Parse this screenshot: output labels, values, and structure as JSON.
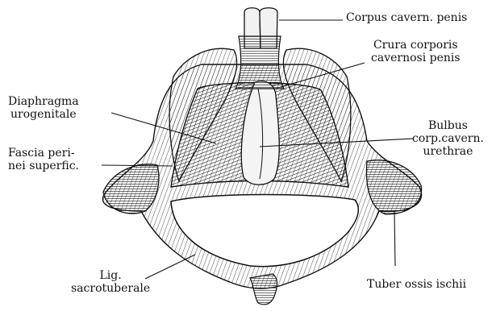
{
  "figure": {
    "colors": {
      "ink": "#111111",
      "paper": "#ffffff",
      "shade": "#9a9a9a"
    },
    "labels": {
      "corpus_cavern_penis": [
        "Corpus cavern. penis"
      ],
      "crura_corporis": [
        "Crura corporis",
        "cavernosi penis"
      ],
      "diaphragma_urogenitale": [
        "Diaphragma",
        "urogenitale"
      ],
      "bulbus": [
        "Bulbus",
        "corp.cavern.",
        "urethrae"
      ],
      "fascia_perinei": [
        "Fascia peri-",
        "nei superfic."
      ],
      "lig_sacrotuberale": [
        "Lig.",
        "sacrotuberale"
      ],
      "tuber_ossis_ischii": [
        "Tuber ossis ischii"
      ]
    }
  }
}
